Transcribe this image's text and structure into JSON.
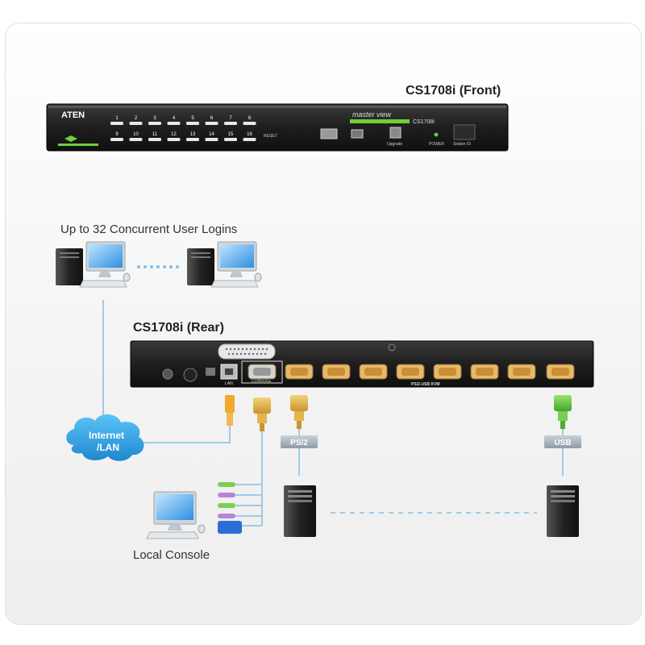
{
  "front_title": "CS1708i (Front)",
  "rear_title": "CS1708i (Rear)",
  "users_label": "Up to 32 Concurrent User Logins",
  "cloud_label_line1": "Internet",
  "cloud_label_line2": "/LAN",
  "local_console_label": "Local Console",
  "ps2_tag": "PS/2",
  "usb_tag": "USB",
  "front_panel": {
    "brand": "ATEN",
    "product_line": "master view",
    "model": "CS1708i",
    "port_numbers_top": [
      "1",
      "2",
      "3",
      "4",
      "5",
      "6",
      "7",
      "8"
    ],
    "port_numbers_bottom": [
      "9",
      "10",
      "11",
      "12",
      "13",
      "14",
      "15",
      "16"
    ],
    "labels": {
      "upgrade": "Upgrade",
      "power": "POWER",
      "station": "Station ID",
      "reset": "RESET"
    }
  },
  "rear_panel": {
    "lan_label": "LAN",
    "console_label": "CONSOLE",
    "ports_label": "PS/2-USB KVM"
  }
}
